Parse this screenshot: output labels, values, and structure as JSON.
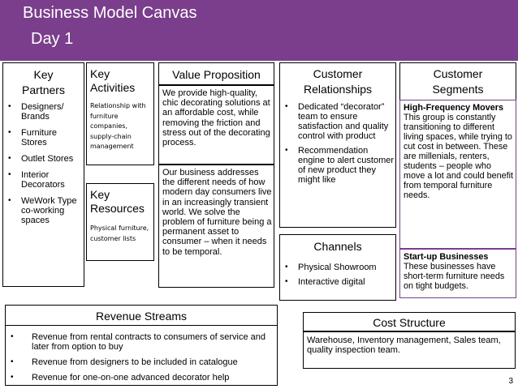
{
  "slide": {
    "title_line1": "Business Model Canvas",
    "title_line2": "Day 1",
    "page_number": "3",
    "accent_color": "#7a3e8c"
  },
  "key_partners": {
    "heading_line1": "Key",
    "heading_line2": "Partners",
    "items": [
      "Designers/ Brands",
      "Furniture Stores",
      "Outlet Stores",
      "Interior Decorators",
      "WeWork Type co-working spaces"
    ]
  },
  "key_activities": {
    "heading_line1": "Key",
    "heading_line2": "Activities",
    "text": "Relationship with furniture companies, supply-chain management"
  },
  "key_resources": {
    "heading_line1": "Key",
    "heading_line2": "Resources",
    "text": "Physical furniture, customer lists"
  },
  "value_proposition": {
    "heading": "Value Proposition",
    "text1": "We provide high-quality, chic decorating solutions at an affordable cost, while removing the friction and stress out of the decorating process.",
    "text2": "Our business addresses the different needs of how modern day consumers live in an increasingly transient world. We solve the problem of furniture being a permanent asset to consumer – when it needs to be temporal."
  },
  "customer_relationships": {
    "heading_line1": "Customer",
    "heading_line2": "Relationships",
    "items": [
      "Dedicated “decorator” team to ensure satisfaction and quality control with product",
      "Recommendation engine to alert customer of new product they might like"
    ]
  },
  "channels": {
    "heading": "Channels",
    "items": [
      "Physical Showroom",
      "Interactive digital"
    ]
  },
  "customer_segments": {
    "heading_line1": "Customer",
    "heading_line2": "Segments",
    "segment1_title": "High-Frequency Movers",
    "segment1_text": "This group is constantly transitioning to different living spaces, while trying to cut cost in between. These are millenials, renters, students – people who move a lot and could benefit from temporal furniture needs.",
    "segment2_title": "Start-up Businesses",
    "segment2_text": "These businesses have short-term furniture needs on tight budgets."
  },
  "revenue_streams": {
    "heading": "Revenue Streams",
    "items": [
      "Revenue from rental contracts to consumers of service and later from option to buy",
      "Revenue from designers to be included in catalogue",
      "Revenue for one-on-one advanced decorator help"
    ]
  },
  "cost_structure": {
    "heading": "Cost Structure",
    "text": "Warehouse, Inventory management, Sales team, quality inspection team."
  }
}
